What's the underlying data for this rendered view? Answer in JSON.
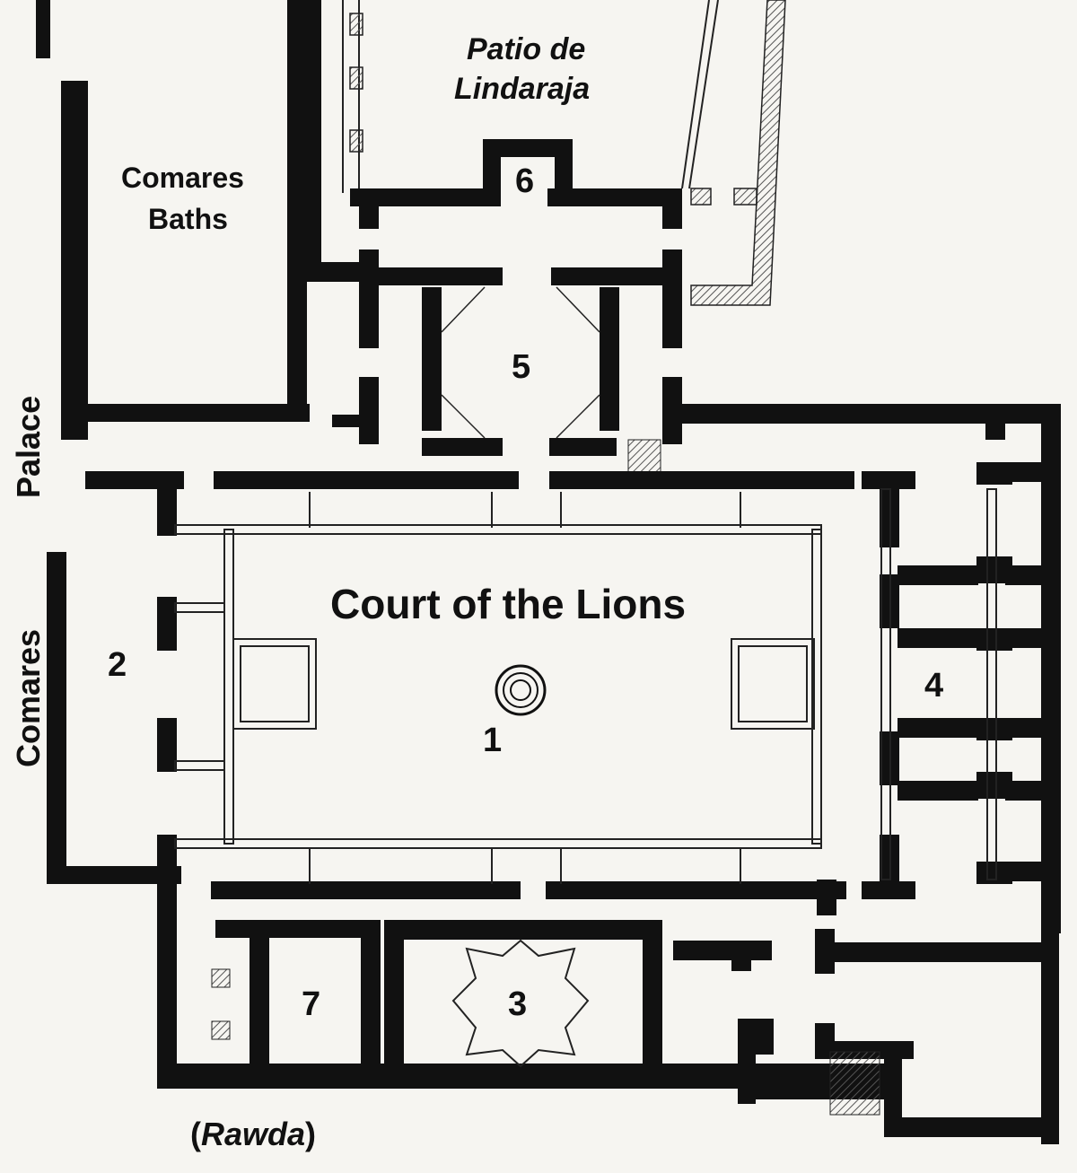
{
  "labels": {
    "patio_line1": "Patio de",
    "patio_line2": "Lindaraja",
    "comares_baths_line1": "Comares",
    "comares_baths_line2": "Baths",
    "palace": "Palace",
    "comares": "Comares",
    "court": "Court of the Lions",
    "rawda_open": "(",
    "rawda": "Rawda",
    "rawda_close": ")"
  },
  "numbers": {
    "n1": "1",
    "n2": "2",
    "n3": "3",
    "n4": "4",
    "n5": "5",
    "n6": "6",
    "n7": "7"
  },
  "colors": {
    "background": "#f6f5f1",
    "wall": "#111111",
    "line": "#222222",
    "hatch": "#555555"
  }
}
